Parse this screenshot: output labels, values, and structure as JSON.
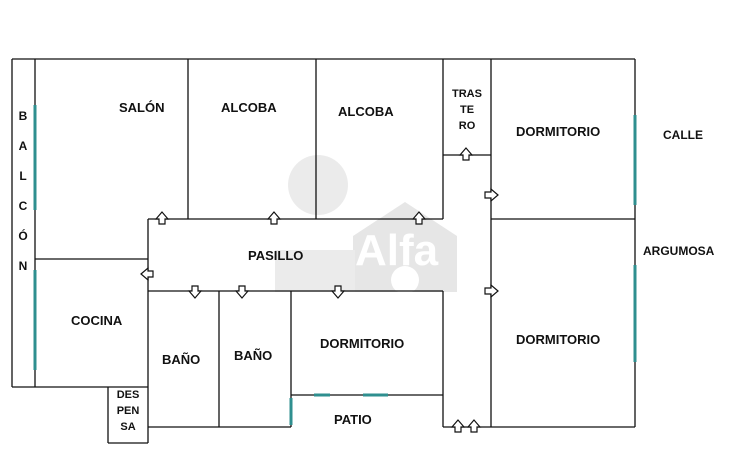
{
  "rooms": {
    "salon": "SALÓN",
    "alcoba_1": "ALCOBA",
    "alcoba_2": "ALCOBA",
    "trastero": "TRAS\nTE\nRO",
    "dormitorio_1": "DORMITORIO",
    "pasillo": "PASILLO",
    "cocina": "COCINA",
    "bano_1": "BAÑO",
    "bano_2": "BAÑO",
    "dormitorio_2": "DORMITORIO",
    "dormitorio_3": "DORMITORIO",
    "despensa": "DES\nPEN\nSA",
    "patio": "PATIO"
  },
  "balcon": [
    "B",
    "A",
    "L",
    "C",
    "Ó",
    "N"
  ],
  "street": {
    "calle": "CALLE",
    "name": "ARGUMOSA"
  },
  "watermark": "Alfa",
  "colors": {
    "wall": "#111111",
    "window": "#2f8f8f",
    "watermark": "#9a9a9a"
  }
}
